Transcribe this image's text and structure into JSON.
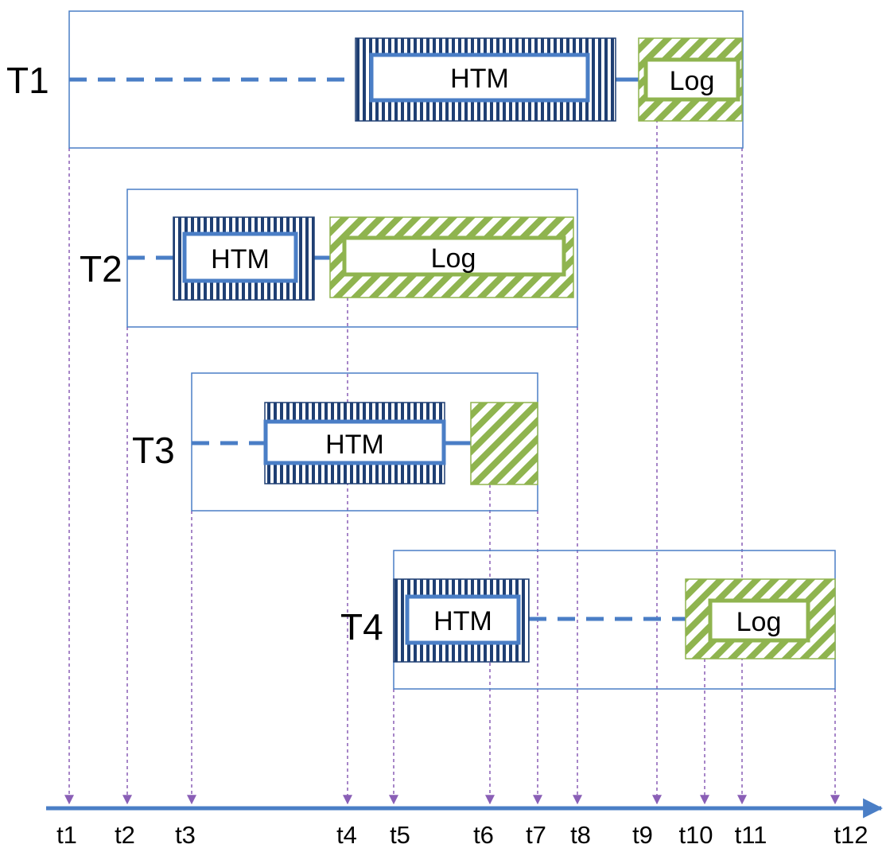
{
  "colors": {
    "thread_frame": "#4a7ec6",
    "htm_dark": "#1f3f73",
    "htm_inner_border": "#4a7ec6",
    "log_green": "#8fb44f",
    "dashed_line": "#4a7ec6",
    "guide_line": "#8a5fb6",
    "axis": "#4a7ec6"
  },
  "threads": [
    {
      "label": "T1",
      "htm_label": "HTM",
      "log_label": "Log"
    },
    {
      "label": "T2",
      "htm_label": "HTM",
      "log_label": "Log"
    },
    {
      "label": "T3",
      "htm_label": "HTM",
      "log_label": ""
    },
    {
      "label": "T4",
      "htm_label": "HTM",
      "log_label": "Log"
    }
  ],
  "timeline": {
    "ticks": [
      "t1",
      "t2",
      "t3",
      "t4",
      "t5",
      "t6",
      "t7",
      "t8",
      "t9",
      "t10",
      "t11",
      "t12"
    ]
  }
}
